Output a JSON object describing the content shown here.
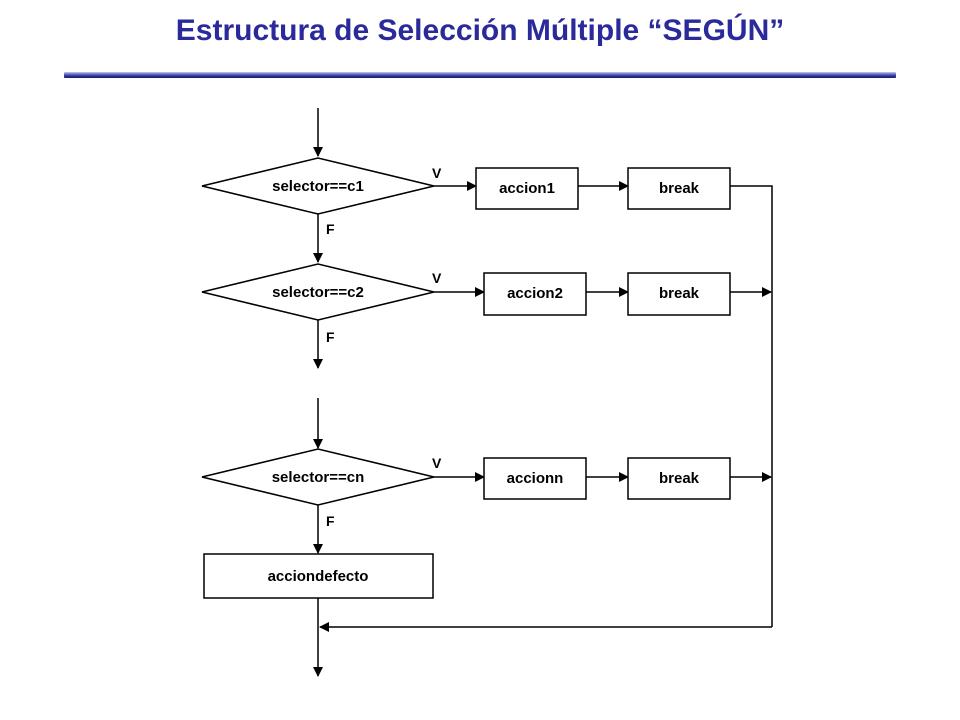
{
  "title": "Estructura de Selección Múltiple “SEGÚN”",
  "accent": "#2a2a9a",
  "flowchart": {
    "decisions": [
      {
        "label": "selector==c1",
        "true_label": "V",
        "false_label": "F",
        "action": "accion1",
        "break": "break"
      },
      {
        "label": "selector==c2",
        "true_label": "V",
        "false_label": "F",
        "action": "accion2",
        "break": "break"
      },
      {
        "label": "selector==cn",
        "true_label": "V",
        "false_label": "F",
        "action": "accionn",
        "break": "break"
      }
    ],
    "default_action": "acciondefecto"
  }
}
